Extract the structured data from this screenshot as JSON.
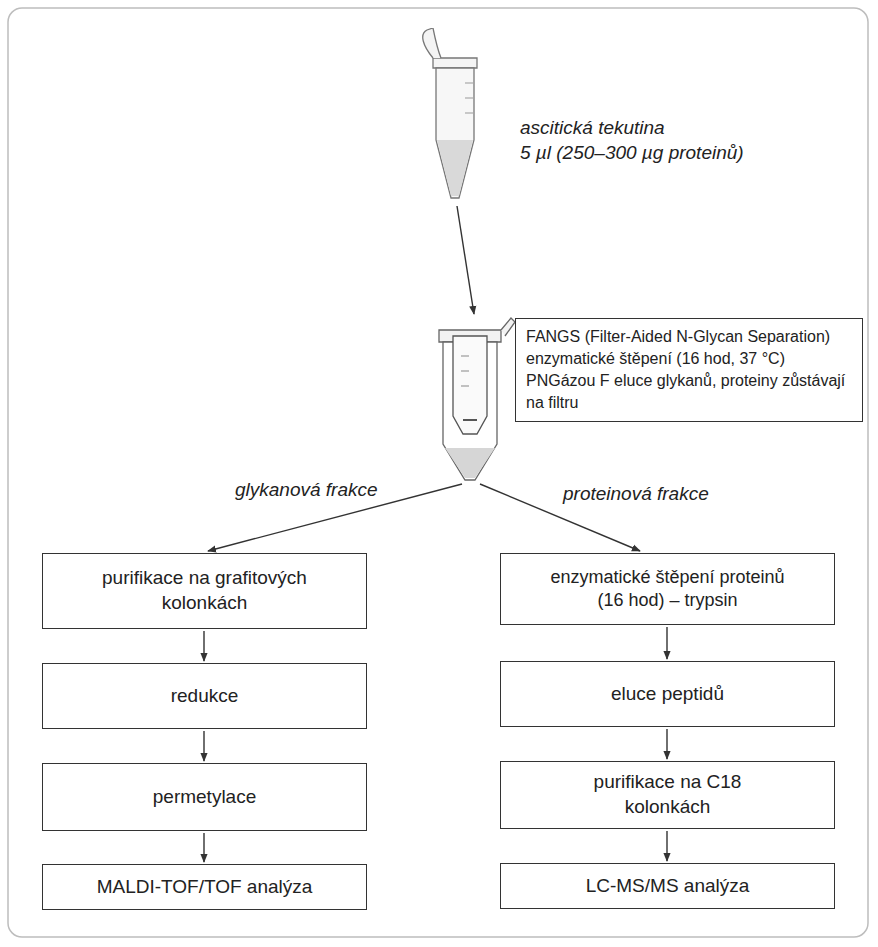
{
  "diagram": {
    "nodes": [
      {
        "text": [
          "ascitická tekutina",
          "5 µl (250–300 µg proteinů)"
        ]
      },
      {
        "text": [
          "FANGS (Filter-Aided N-Glycan Separation) enzymatické štěpení (16 hod, 37 °C) PNGázou F eluce glykanů, proteiny zůstávají na filtru"
        ]
      },
      {
        "text": [
          "purifikace na grafitových kolonkách"
        ]
      },
      {
        "text": [
          "enzymatické štěpení proteinů (16 hod) – trypsin"
        ]
      },
      {
        "text": [
          "redukce"
        ]
      },
      {
        "text": [
          "eluce peptidů"
        ]
      },
      {
        "text": [
          "permetylace"
        ]
      },
      {
        "text": [
          "purifikace na C18 kolonkách"
        ]
      },
      {
        "text": [
          "MALDI-TOF/TOF analýza"
        ]
      },
      {
        "text": [
          "LC-MS/MS analýza"
        ]
      }
    ],
    "edges": [
      {
        "from": 0,
        "to": 1,
        "arrow": "to"
      },
      {
        "from": 1,
        "to": 2,
        "label": "glykanová frakce",
        "arrow": "to"
      },
      {
        "from": 1,
        "to": 3,
        "label": "proteinová frakce",
        "arrow": "to"
      },
      {
        "from": 2,
        "to": 4,
        "arrow": "to"
      },
      {
        "from": 4,
        "to": 6,
        "arrow": "to"
      },
      {
        "from": 6,
        "to": 8,
        "arrow": "to"
      },
      {
        "from": 3,
        "to": 5,
        "arrow": "to"
      },
      {
        "from": 5,
        "to": 7,
        "arrow": "to"
      },
      {
        "from": 7,
        "to": 9,
        "arrow": "to"
      }
    ]
  }
}
